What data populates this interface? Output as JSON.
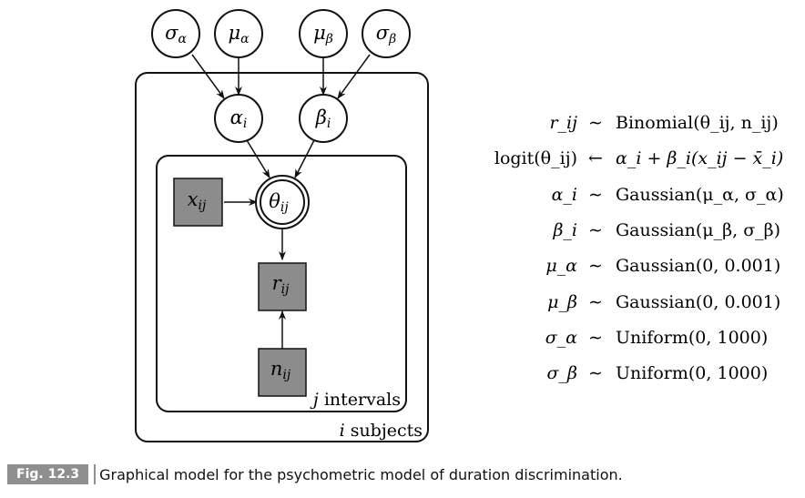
{
  "diagram": {
    "nodes": {
      "sigma_alpha": {
        "symbol": "σ",
        "sub": "α"
      },
      "mu_alpha": {
        "symbol": "μ",
        "sub": "α"
      },
      "mu_beta": {
        "symbol": "μ",
        "sub": "β"
      },
      "sigma_beta": {
        "symbol": "σ",
        "sub": "β"
      },
      "alpha_i": {
        "symbol": "α",
        "sub": "i"
      },
      "beta_i": {
        "symbol": "β",
        "sub": "i"
      },
      "theta_ij": {
        "symbol": "θ",
        "sub": "ij"
      },
      "x_ij": {
        "symbol": "x",
        "sub": "ij"
      },
      "r_ij": {
        "symbol": "r",
        "sub": "ij"
      },
      "n_ij": {
        "symbol": "n",
        "sub": "ij"
      }
    },
    "plates": {
      "inner": {
        "index": "j",
        "label": "intervals"
      },
      "outer": {
        "index": "i",
        "label": "subjects"
      }
    }
  },
  "equations": [
    {
      "lhs": "r_ij",
      "op": "∼",
      "rhs": "Binomial(θ_ij, n_ij)"
    },
    {
      "lhs": "logit(θ_ij)",
      "op": "←",
      "rhs": "α_i + β_i(x_ij − x̄_i)"
    },
    {
      "lhs": "α_i",
      "op": "∼",
      "rhs": "Gaussian(μ_α, σ_α)"
    },
    {
      "lhs": "β_i",
      "op": "∼",
      "rhs": "Gaussian(μ_β, σ_β)"
    },
    {
      "lhs": "μ_α",
      "op": "∼",
      "rhs": "Gaussian(0, 0.001)"
    },
    {
      "lhs": "μ_β",
      "op": "∼",
      "rhs": "Gaussian(0, 0.001)"
    },
    {
      "lhs": "σ_α",
      "op": "∼",
      "rhs": "Uniform(0, 1000)"
    },
    {
      "lhs": "σ_β",
      "op": "∼",
      "rhs": "Uniform(0, 1000)"
    }
  ],
  "caption": {
    "tag": "Fig. 12.3",
    "text": "Graphical model for the psychometric model of duration discrimination."
  }
}
